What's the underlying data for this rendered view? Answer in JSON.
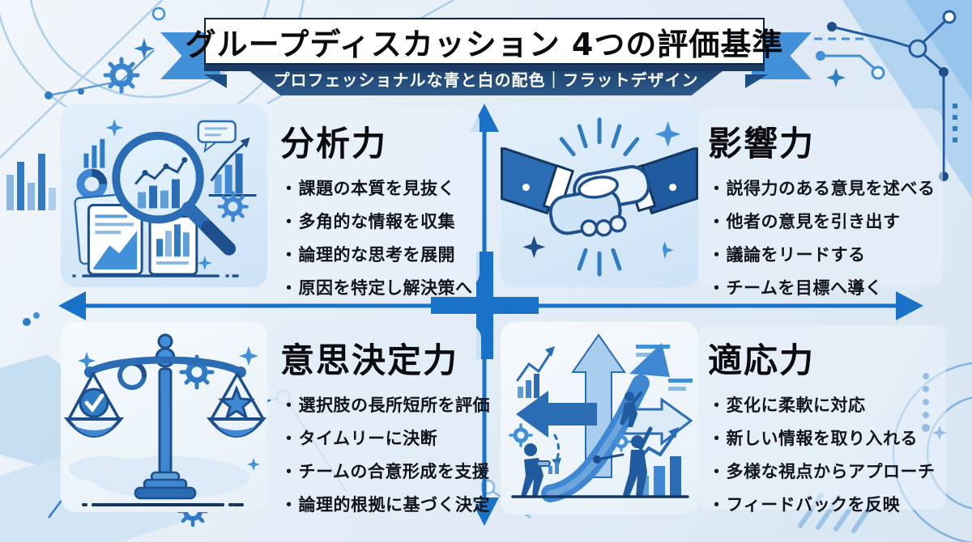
{
  "banner": {
    "title": "グループディスカッション 4つの評価基準",
    "subtitle": "プロフェッショナルな青と白の配色｜フラットデザイン"
  },
  "bullet_marker": "・",
  "quadrants": [
    {
      "id": "analysis",
      "title": "分析力",
      "icon": "magnifier-analytics-icon",
      "bullets": [
        "課題の本質を見抜く",
        "多角的な情報を収集",
        "論理的な思考を展開",
        "原因を特定し解決策へ"
      ]
    },
    {
      "id": "influence",
      "title": "影響力",
      "icon": "handshake-icon",
      "bullets": [
        "説得力のある意見を述べる",
        "他者の意見を引き出す",
        "議論をリードする",
        "チームを目標へ導く"
      ]
    },
    {
      "id": "decision",
      "title": "意思決定力",
      "icon": "balance-scale-icon",
      "bullets": [
        "選択肢の長所短所を評価",
        "タイムリーに決断",
        "チームの合意形成を支援",
        "論理的根拠に基づく決定"
      ]
    },
    {
      "id": "adaptability",
      "title": "適応力",
      "icon": "branching-arrows-icon",
      "bullets": [
        "変化に柔軟に対応",
        "新しい情報を取り入れる",
        "多様な視点からアプローチ",
        "フィードバックを反映"
      ]
    }
  ],
  "decorations": [
    "circuit-network-lines",
    "gear-icon",
    "sparkle-icon",
    "mini-bar-chart",
    "diagonal-stripes",
    "corner-triangles",
    "axis-cross-arrows"
  ],
  "colors": {
    "primary_blue": "#1a72c8",
    "navy": "#1c3a63",
    "ribbon_blue": "#4190d8",
    "card_light_blue": "#cde3f6",
    "background": "#e4edf7",
    "text": "#0b0b10",
    "subtitle_text": "#ffffff"
  }
}
